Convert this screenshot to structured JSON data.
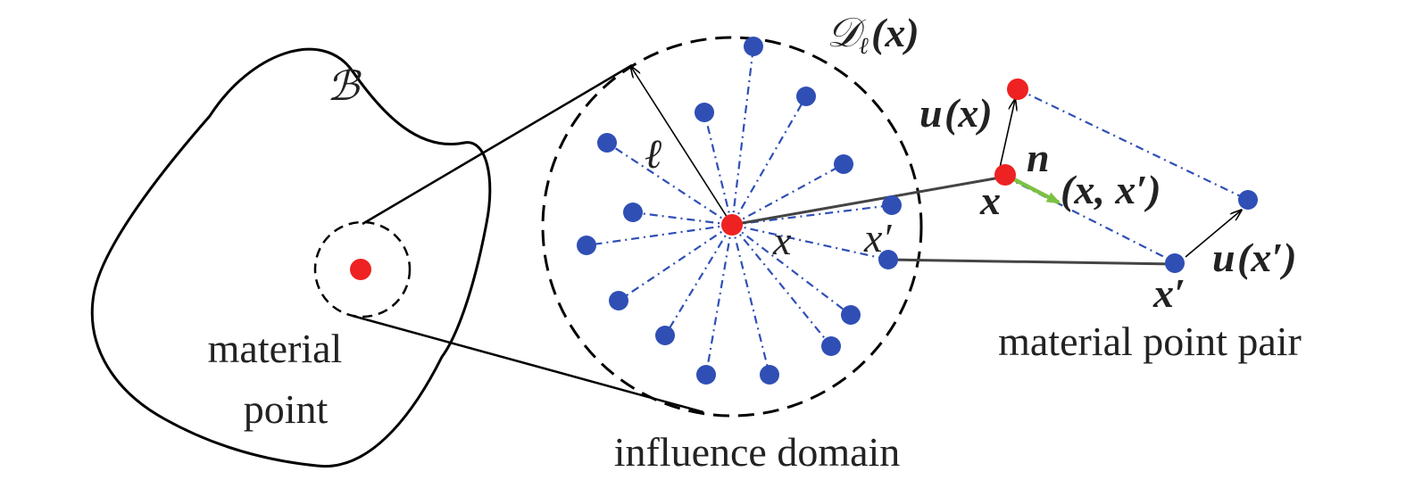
{
  "labels": {
    "body": "ℬ",
    "material_point": [
      "material",
      "point"
    ],
    "influence_domain": "influence domain",
    "pair": "material point pair",
    "domain_symbol": "𝒟",
    "domain_sub": "ℓ",
    "domain_arg": "(x)",
    "radius": "ℓ",
    "x_center": "x",
    "x_prime_center": "x′",
    "u_x": "u",
    "u_x_arg": "(x)",
    "n": "n",
    "n_arg": "(x, x′)",
    "x_pair": "x",
    "u_xp": "u",
    "u_xp_arg": "(x′)",
    "xp_pair": "x′"
  },
  "colors": {
    "source_point": "#ee2222",
    "family_point": "#2f4fb5",
    "bond_line": "#2f4fb5",
    "normal_arrow": "#7cc242",
    "outline": "#000000"
  }
}
